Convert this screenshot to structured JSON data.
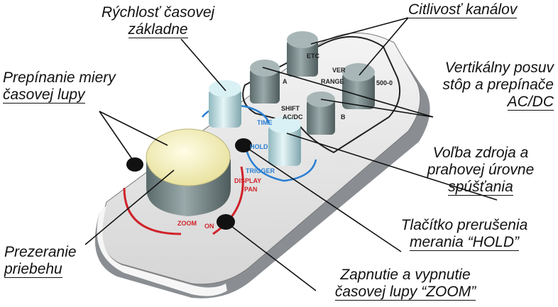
{
  "labels": {
    "time_base": [
      "Rýchlosť časovej",
      "základne"
    ],
    "channel_sensitivity": "Citlivosť kanálov",
    "zoom_range": [
      "Prepínanie miery",
      "časovej lupy"
    ],
    "vertical_shift": [
      "Vertikálny posuv",
      "stôp a prepínače",
      "AC/DC"
    ],
    "trigger": [
      "Voľba zdroja a",
      "prahovej úrovne",
      "spúšťania"
    ],
    "hold": [
      "Tlačítko prerušenia",
      "merania “HOLD”"
    ],
    "browse": [
      "Prezeranie",
      "priebehu"
    ],
    "zoom_toggle": [
      "Zapnutie a vypnutie",
      "časovej lupy “ZOOM”"
    ]
  },
  "device": {
    "brand": "ETC",
    "model": "500-0",
    "markings": {
      "ver": "VER",
      "range": "RANGE",
      "a": "A",
      "b": "B",
      "shift": "SHIFT",
      "acdc": "AC/DC",
      "time": "TIME",
      "hold": "HOLD",
      "trigger": "TRIGGER",
      "display": "DISPLAY",
      "pan": "PAN",
      "zoom": "ZOOM",
      "on": "ON"
    }
  },
  "colors": {
    "body": "#e9e9e9",
    "side": "#8a8e93",
    "knob": "#6f7f80",
    "knob_light": "#bfe4ea",
    "big_knob": "#f7f3c4",
    "red": "#d0232a",
    "blue": "#2a7fd2"
  }
}
